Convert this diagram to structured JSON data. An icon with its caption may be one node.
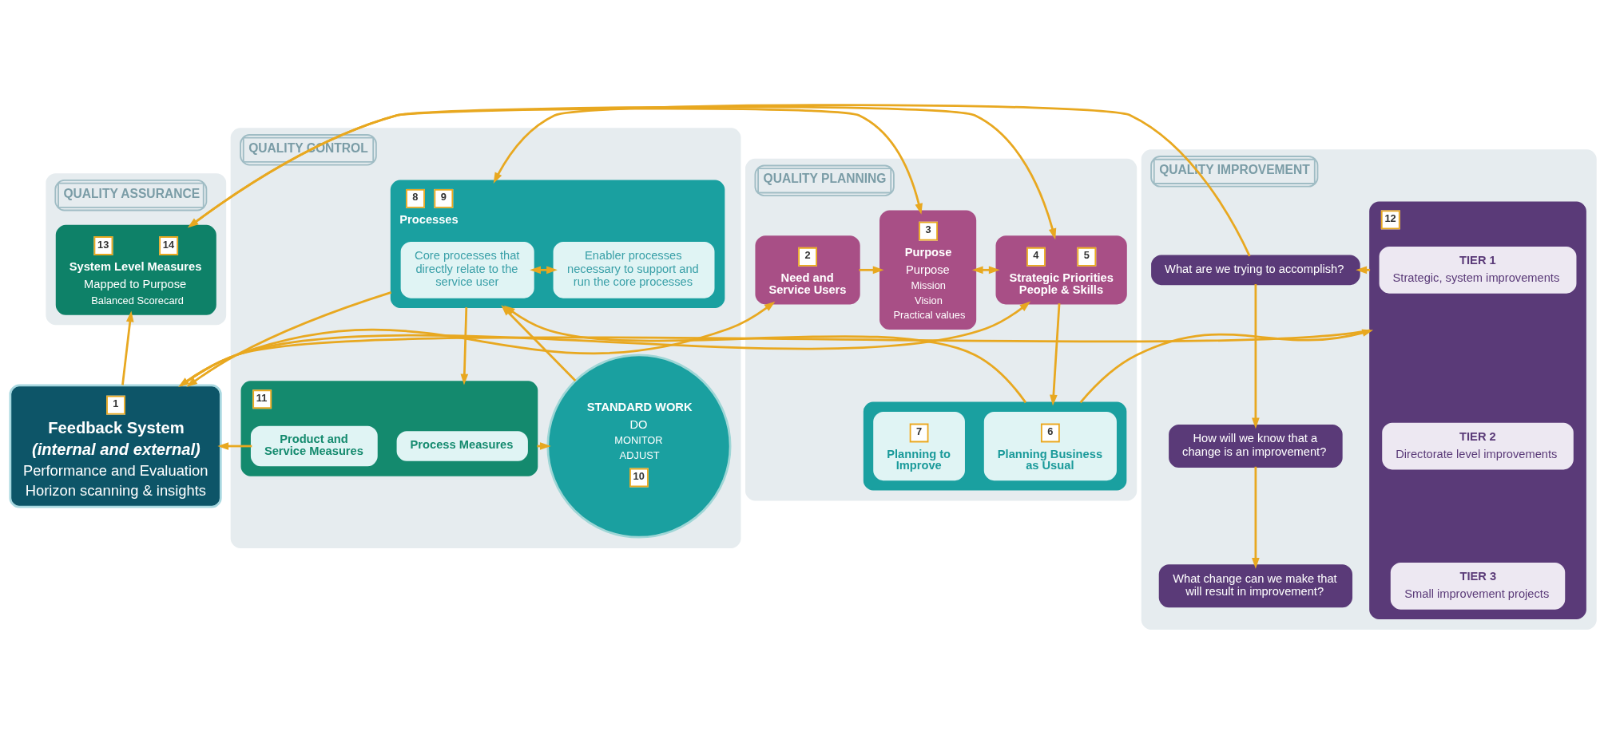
{
  "diagram": {
    "nodes": [
      {
        "text": [
          "QUALITY ASSURANCE"
        ]
      },
      {
        "text": [
          "QUALITY PLANNING"
        ]
      },
      {
        "text": [
          "QUALITY CONTROL"
        ]
      },
      {
        "text": [
          "QUALITY IMPROVEMENT"
        ]
      },
      {
        "text": [
          "13",
          "14",
          "System Level Measures",
          "Mapped to Purpose",
          "Balanced Scorecard"
        ],
        "in": 0
      },
      {
        "text": [
          "3",
          "Purpose",
          "Purpose",
          "Mission",
          "Vision",
          "Practical values"
        ],
        "in": 1
      },
      {
        "text": [
          "2",
          "Need and Service Users"
        ],
        "in": 1
      },
      {
        "text": [
          "4",
          "5",
          "Strategic Priorities People & Skills"
        ],
        "in": 1
      },
      {
        "text": [],
        "shape": "box",
        "in": 1
      },
      {
        "text": [
          "6",
          "Planning Business as Usual"
        ],
        "in": 8
      },
      {
        "text": [
          "7",
          "Planning to Improve"
        ],
        "in": 8
      },
      {
        "text": [
          "1",
          "Feedback System",
          "(internal and external)",
          "Performance and Evaluation",
          "Horizon scanning & insights"
        ]
      },
      {
        "text": [
          "8",
          "9",
          "Processes"
        ],
        "in": 2
      },
      {
        "text": [
          "Core processes that directly relate to the service user"
        ],
        "in": 12
      },
      {
        "text": [
          "Enabler processes necessary to support and run the core processes"
        ],
        "in": 12
      },
      {
        "text": [
          "11"
        ],
        "in": 2
      },
      {
        "text": [
          "Process Measures"
        ],
        "in": 15
      },
      {
        "text": [
          "Product and Service Measures"
        ],
        "in": 15
      },
      {
        "text": [
          "STANDARD WORK",
          "DO",
          "MONITOR",
          "ADJUST",
          "10"
        ],
        "in": 2
      },
      {
        "text": [
          "12"
        ],
        "in": 3
      },
      {
        "text": [
          "TIER 1",
          "Strategic, system improvements"
        ],
        "in": 19
      },
      {
        "text": [
          "TIER 2",
          "Directorate level improvements"
        ],
        "in": 19
      },
      {
        "text": [
          "TIER 3",
          "Small improvement projects"
        ],
        "in": 19
      },
      {
        "text": [
          "What are we trying to accomplish?"
        ],
        "in": 3
      },
      {
        "text": [
          "How will we know that a change is an improvement?"
        ],
        "in": 3
      },
      {
        "text": [
          "What change can we make that will result in improvement?"
        ],
        "in": 3
      }
    ],
    "edges": [
      {
        "from": 6,
        "to": 5,
        "arrow": "to"
      },
      {
        "from": 4,
        "to": 7,
        "arrow": "to"
      },
      {
        "from": 4,
        "to": 5,
        "arrow": "both"
      },
      {
        "from": 5,
        "to": 7,
        "arrow": "both"
      },
      {
        "from": 11,
        "to": 6,
        "arrow": "to"
      },
      {
        "from": 11,
        "to": 7,
        "arrow": "to"
      },
      {
        "from": 11,
        "to": 4,
        "arrow": "to"
      },
      {
        "from": 7,
        "to": 8,
        "arrow": "to"
      },
      {
        "from": 8,
        "to": 19,
        "arrow": "to"
      },
      {
        "from": 8,
        "to": 12,
        "arrow": "to"
      },
      {
        "from": 19,
        "to": 11,
        "arrow": "to"
      },
      {
        "from": 19,
        "to": 23,
        "arrow": "to"
      },
      {
        "from": 23,
        "to": 12,
        "arrow": "to"
      },
      {
        "from": 23,
        "to": 24,
        "arrow": "to"
      },
      {
        "from": 24,
        "to": 25,
        "arrow": "to"
      },
      {
        "from": 12,
        "to": 11,
        "arrow": "to"
      },
      {
        "from": 17,
        "to": 11,
        "arrow": "to"
      },
      {
        "from": 18,
        "to": 12,
        "arrow": "to"
      },
      {
        "from": 15,
        "to": 18,
        "arrow": "to"
      },
      {
        "from": 13,
        "to": 14,
        "arrow": "both"
      },
      {
        "from": 12,
        "to": 15,
        "arrow": "to"
      }
    ]
  }
}
